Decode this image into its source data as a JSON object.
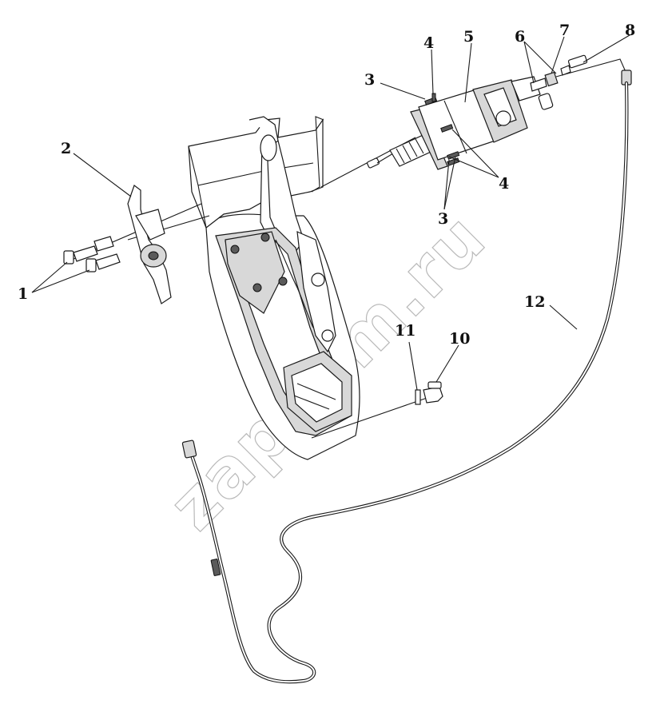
{
  "diagram": {
    "callouts": [
      "1",
      "2",
      "3",
      "4",
      "5",
      "6",
      "7",
      "8",
      "3",
      "4",
      "11",
      "10",
      "12"
    ]
  },
  "watermark": {
    "text": "zapvam.ru"
  }
}
